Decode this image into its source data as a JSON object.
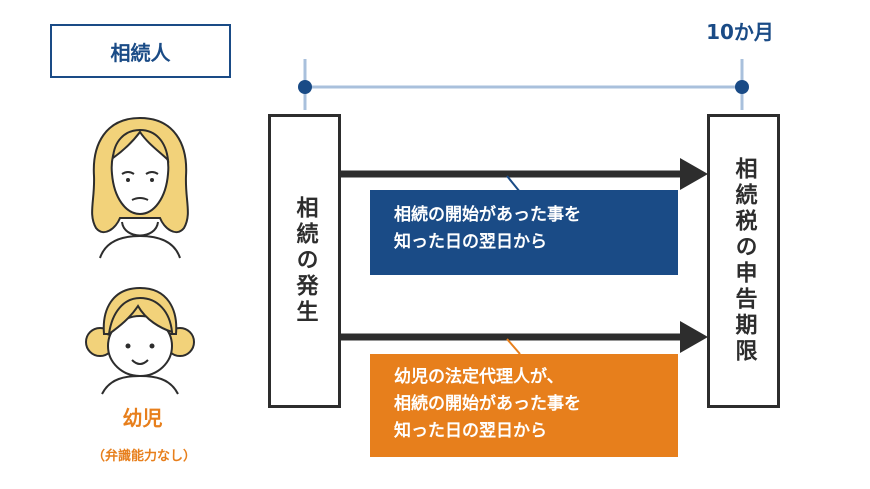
{
  "heir_label": "相続人",
  "period_label": "10か月",
  "start_box": "相続の発生",
  "end_box": "相続税の申告期限",
  "adult_callout": {
    "lines": [
      "相続の開始があった事を",
      "知った日の翌日から"
    ]
  },
  "child_callout": {
    "lines": [
      "幼児の法定代理人が、",
      "相続の開始があった事を",
      "知った日の翌日から"
    ]
  },
  "child_label": "幼児",
  "child_sublabel": "（弁識能力なし）",
  "colors": {
    "navy": "#1a4b86",
    "orange": "#e77f1c",
    "timeline": "#a9c0dc",
    "dark": "#2d2d2d",
    "hair": "#f2d27a"
  },
  "icons": [
    "adult-woman-icon",
    "young-child-icon"
  ]
}
